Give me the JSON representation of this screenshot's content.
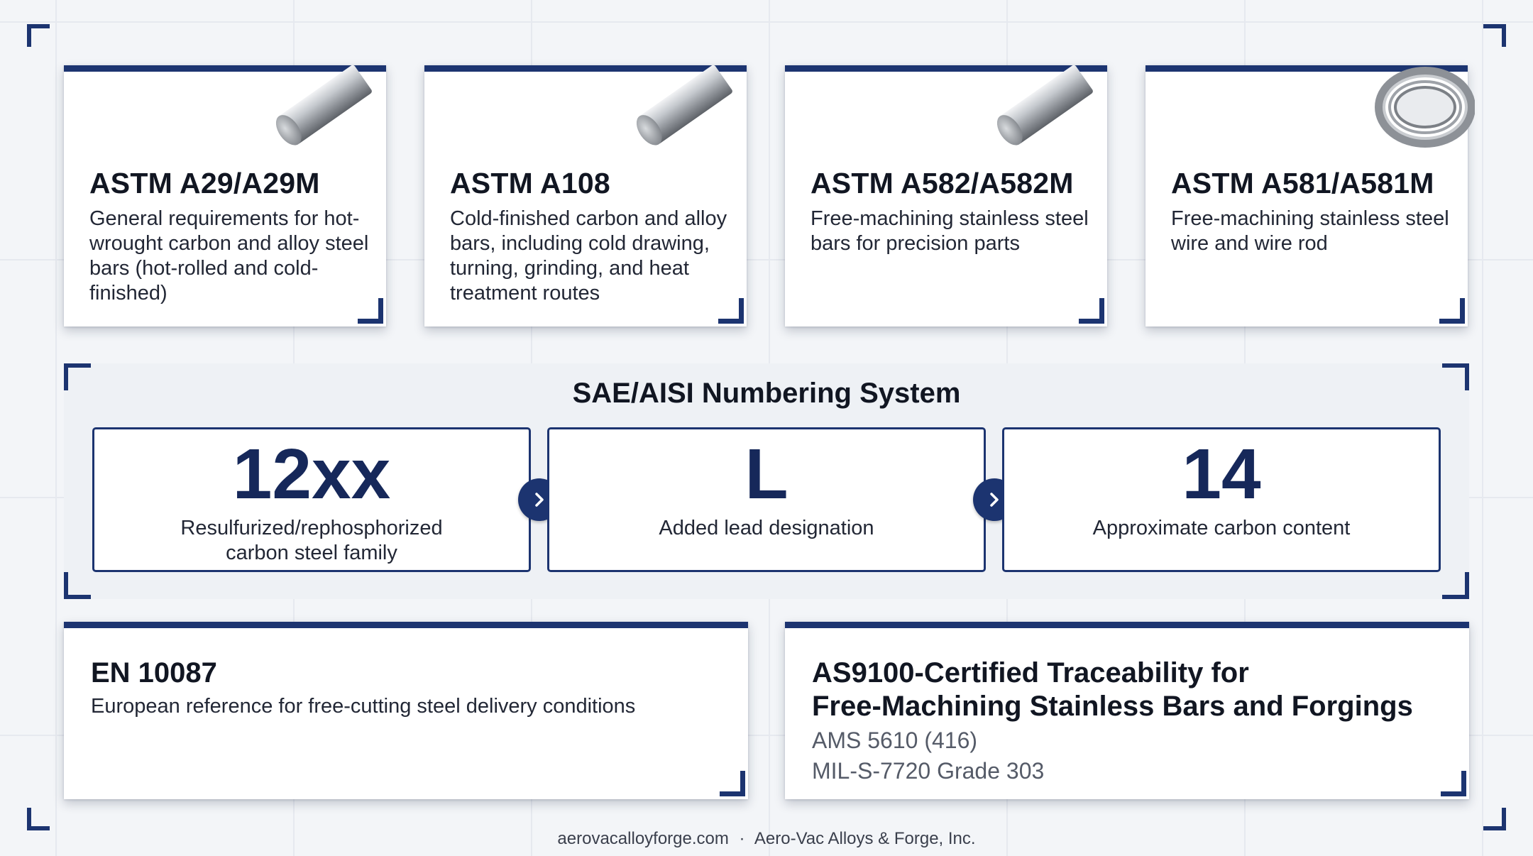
{
  "top_cards": [
    {
      "title": "ASTM A29/A29M",
      "description": "General requirements for hot-wrought carbon and alloy steel bars (hot-rolled and cold-finished)",
      "image": "steel-bar-icon"
    },
    {
      "title": "ASTM A108",
      "description": "Cold-finished carbon and alloy bars, including cold drawing, turning, grinding, and heat treatment routes",
      "image": "steel-bar-icon"
    },
    {
      "title": "ASTM A582/A582M",
      "description": "Free-machining stainless steel bars for precision parts",
      "image": "steel-bar-icon"
    },
    {
      "title": "ASTM A581/A581M",
      "description": "Free-machining stainless steel wire and wire rod",
      "image": "wire-coil-icon"
    }
  ],
  "sae": {
    "title": "SAE/AISI Numbering System",
    "segments": [
      {
        "code": "12xx",
        "description": "Resulfurized/rephosphorized carbon steel family"
      },
      {
        "code": "L",
        "description": "Added lead designation"
      },
      {
        "code": "14",
        "description": "Approximate carbon content"
      }
    ],
    "arrow_icon": "chevron-right-icon"
  },
  "bottom_left": {
    "title": "EN 10087",
    "description": "European reference for free-cutting steel delivery conditions"
  },
  "bottom_right": {
    "title_line1": "AS9100-Certified Traceability for",
    "title_line2": "Free-Machining Stainless Bars and Forgings",
    "specs": [
      "AMS 5610 (416)",
      "MIL-S-7720 Grade 303"
    ]
  },
  "footer": {
    "website": "aerovacalloyforge.com",
    "separator": "·",
    "company": "Aero-Vac Alloys & Forge, Inc."
  },
  "colors": {
    "navy": "#1c3470",
    "background": "#f3f5f8"
  }
}
